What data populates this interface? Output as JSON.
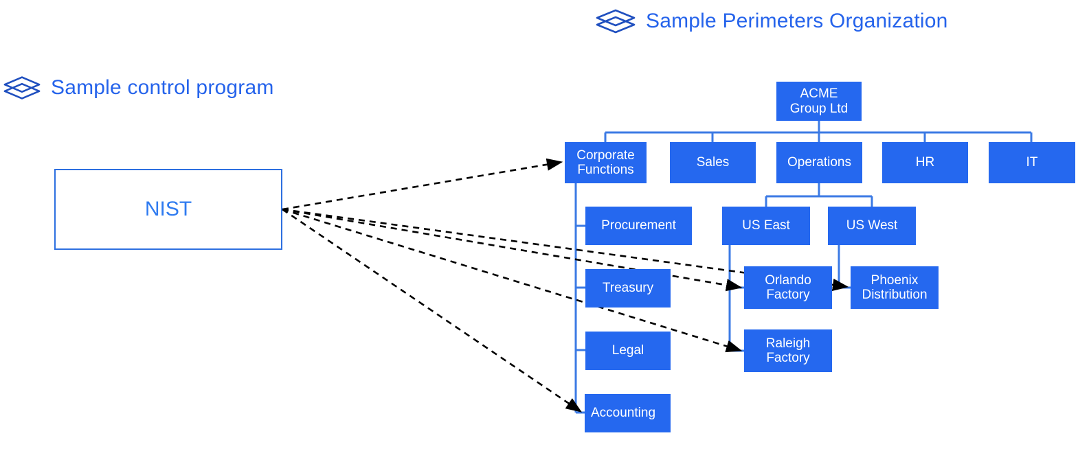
{
  "page": {
    "background": "#ffffff",
    "accent_blue": "#2568ef",
    "header_blue": "#2563eb",
    "root_border": "#2d6fe0",
    "connector_blue": "#3b7ae4",
    "arrow_color": "#000000"
  },
  "headers": [
    {
      "id": "control-program",
      "label": "Sample control program",
      "icon": "layers-icon"
    },
    {
      "id": "perimeters-org",
      "label": "Sample Perimeters Organization",
      "icon": "layers-icon"
    }
  ],
  "control_program": {
    "root": {
      "id": "nist",
      "label": "NIST"
    }
  },
  "org_chart": {
    "type": "diagram",
    "root": {
      "id": "acme",
      "label": "ACME\nGroup Ltd"
    },
    "level1": [
      {
        "id": "corporate-functions",
        "label": "Corporate\nFunctions"
      },
      {
        "id": "sales",
        "label": "Sales"
      },
      {
        "id": "operations",
        "label": "Operations"
      },
      {
        "id": "hr",
        "label": "HR"
      },
      {
        "id": "it",
        "label": "IT"
      }
    ],
    "corporate_functions_children": [
      {
        "id": "procurement",
        "label": "Procurement"
      },
      {
        "id": "treasury",
        "label": "Treasury"
      },
      {
        "id": "legal",
        "label": "Legal"
      },
      {
        "id": "accounting",
        "label": "Accounting"
      }
    ],
    "operations_children": [
      {
        "id": "us-east",
        "label": "US East"
      },
      {
        "id": "us-west",
        "label": "US West"
      }
    ],
    "us_east_children": [
      {
        "id": "orlando-factory",
        "label": "Orlando\nFactory"
      },
      {
        "id": "raleigh-factory",
        "label": "Raleigh\nFactory"
      }
    ],
    "us_west_children": [
      {
        "id": "phoenix-distribution",
        "label": "Phoenix\nDistribution"
      }
    ]
  },
  "mappings": {
    "description": "Dashed arrows from NIST to perimeter scope nodes",
    "edges": [
      {
        "from": "nist",
        "to": "corporate-functions"
      },
      {
        "from": "nist",
        "to": "phoenix-distribution"
      },
      {
        "from": "nist",
        "to": "orlando-factory"
      },
      {
        "from": "nist",
        "to": "raleigh-factory"
      },
      {
        "from": "nist",
        "to": "accounting"
      }
    ]
  }
}
